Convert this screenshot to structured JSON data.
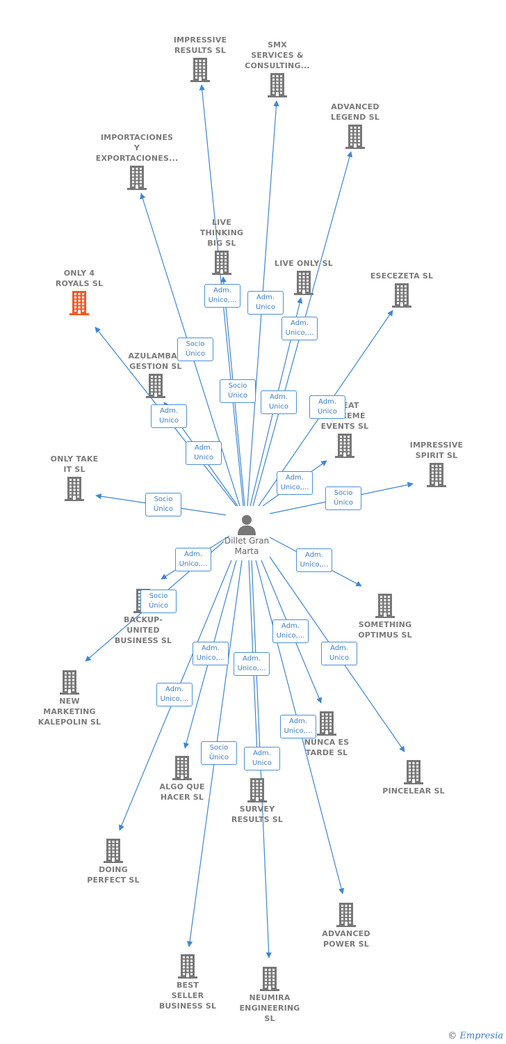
{
  "colors": {
    "edge": "#3d85d6",
    "building": "#777777",
    "building_highlight": "#f05a28",
    "rel_border": "#4a8fd8",
    "rel_text": "#3d7fc9"
  },
  "person": {
    "name": "Dillet Gran\nMarta",
    "icon": "person-icon"
  },
  "footer": {
    "copyright": "©",
    "brand": "Empresia"
  },
  "companies": [
    {
      "id": "impressive-results",
      "label": "IMPRESSIVE\nRESULTS  SL",
      "highlight": false
    },
    {
      "id": "smx",
      "label": "SMX\nSERVICES &\nCONSULTING...",
      "highlight": false
    },
    {
      "id": "advanced-legend",
      "label": "ADVANCED\nLEGEND  SL",
      "highlight": false
    },
    {
      "id": "importaciones",
      "label": "IMPORTACIONES\nY\nEXPORTACIONES...",
      "highlight": false
    },
    {
      "id": "live-thinking",
      "label": "LIVE\nTHINKING\nBIG  SL",
      "highlight": false
    },
    {
      "id": "live-only",
      "label": "LIVE ONLY  SL",
      "highlight": false
    },
    {
      "id": "esecezeta",
      "label": "ESECEZETA SL",
      "highlight": false
    },
    {
      "id": "only4royals",
      "label": "ONLY 4\nROYALS  SL",
      "highlight": true
    },
    {
      "id": "azulambar",
      "label": "AZULAMBAR\nGESTION  SL",
      "highlight": false
    },
    {
      "id": "great-extreme",
      "label": "GREAT\nEXTREME\nEVENTS  SL",
      "highlight": false
    },
    {
      "id": "impressive-spirit",
      "label": "IMPRESSIVE\nSPIRIT  SL",
      "highlight": false
    },
    {
      "id": "only-take-it",
      "label": "ONLY TAKE\nIT  SL",
      "highlight": false
    },
    {
      "id": "backup-united",
      "label": "BACKUP-\nUNITED\nBUSINESS  SL",
      "highlight": false
    },
    {
      "id": "something-optimus",
      "label": "SOMETHING\nOPTIMUS  SL",
      "highlight": false
    },
    {
      "id": "new-marketing",
      "label": "NEW\nMARKETING\nKALEPOLIN  SL",
      "highlight": false
    },
    {
      "id": "nunca-es-tarde",
      "label": "NUNCA ES\nTARDE  SL",
      "highlight": false
    },
    {
      "id": "pincelear",
      "label": "PINCELEAR  SL",
      "highlight": false
    },
    {
      "id": "algo-que-hacer",
      "label": "ALGO QUE\nHACER  SL",
      "highlight": false
    },
    {
      "id": "survey-results",
      "label": "SURVEY\nRESULTS  SL",
      "highlight": false
    },
    {
      "id": "doing-perfect",
      "label": "DOING\nPERFECT  SL",
      "highlight": false
    },
    {
      "id": "advanced-power",
      "label": "ADVANCED\nPOWER  SL",
      "highlight": false
    },
    {
      "id": "best-seller",
      "label": "BEST\nSELLER\nBUSINESS  SL",
      "highlight": false
    },
    {
      "id": "neumira",
      "label": "NEUMIRA\nENGINEERING\nSL",
      "highlight": false
    }
  ],
  "relations": [
    {
      "id": "r-impressive-results",
      "text": "Adm.\nUnico,..."
    },
    {
      "id": "r-smx",
      "text": "Adm.\nUnico"
    },
    {
      "id": "r-advanced-legend",
      "text": "Adm.\nUnico,..."
    },
    {
      "id": "r-importaciones",
      "text": "Socio\nÚnico"
    },
    {
      "id": "r-live-thinking",
      "text": "Socio\nÚnico"
    },
    {
      "id": "r-live-only",
      "text": "Adm.\nUnico"
    },
    {
      "id": "r-esecezeta",
      "text": "Adm.\nUnico"
    },
    {
      "id": "r-only4royals",
      "text": "Adm.\nUnico"
    },
    {
      "id": "r-azulambar",
      "text": "Adm.\nUnico"
    },
    {
      "id": "r-great-extreme",
      "text": "Adm.\nUnico,..."
    },
    {
      "id": "r-impressive-spirit",
      "text": "Socio\nÚnico"
    },
    {
      "id": "r-only-take-it",
      "text": "Socio\nÚnico"
    },
    {
      "id": "r-backup-united",
      "text": "Adm.\nUnico,..."
    },
    {
      "id": "r-new-marketing",
      "text": "Socio\nÚnico"
    },
    {
      "id": "r-something-optimus",
      "text": "Adm.\nUnico,..."
    },
    {
      "id": "r-nunca-es-tarde",
      "text": "Adm.\nUnico,..."
    },
    {
      "id": "r-pincelear",
      "text": "Adm.\nUnico"
    },
    {
      "id": "r-algo-que-hacer",
      "text": "Adm.\nUnico,..."
    },
    {
      "id": "r-survey-results",
      "text": "Adm.\nUnico,..."
    },
    {
      "id": "r-doing-perfect",
      "text": "Adm.\nUnico,..."
    },
    {
      "id": "r-best-seller",
      "text": "Socio\nÚnico"
    },
    {
      "id": "r-neumira",
      "text": "Adm.\nUnico"
    },
    {
      "id": "r-advanced-power",
      "text": "Adm.\nUnico,..."
    }
  ]
}
